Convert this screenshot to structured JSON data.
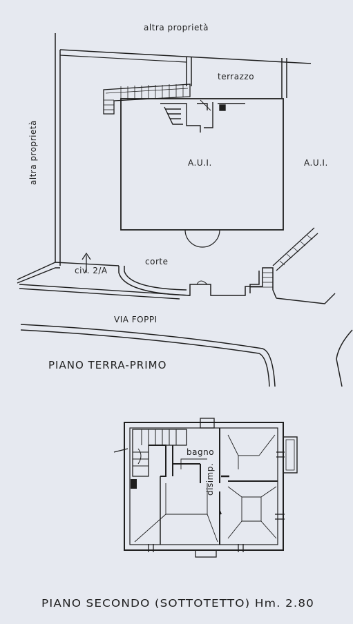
{
  "colors": {
    "ink": "#1e1e1e",
    "paper": "#e6e9f0"
  },
  "ground_plan": {
    "label_top_neighbor": "altra proprietà",
    "label_left_neighbor": "altra proprietà",
    "label_terrace": "terrazzo",
    "label_main_unit": "A.U.I.",
    "label_right_unit": "A.U.I.",
    "label_courtyard": "corte",
    "label_civic": "civ. 2/A",
    "label_street": "VIA FOPPI",
    "title": "PIANO TERRA-PRIMO"
  },
  "upper_plan": {
    "label_bathroom": "bagno",
    "label_landing": "disimp.",
    "title": "PIANO SECONDO (SOTTOTETTO) Hm. 2.80"
  }
}
